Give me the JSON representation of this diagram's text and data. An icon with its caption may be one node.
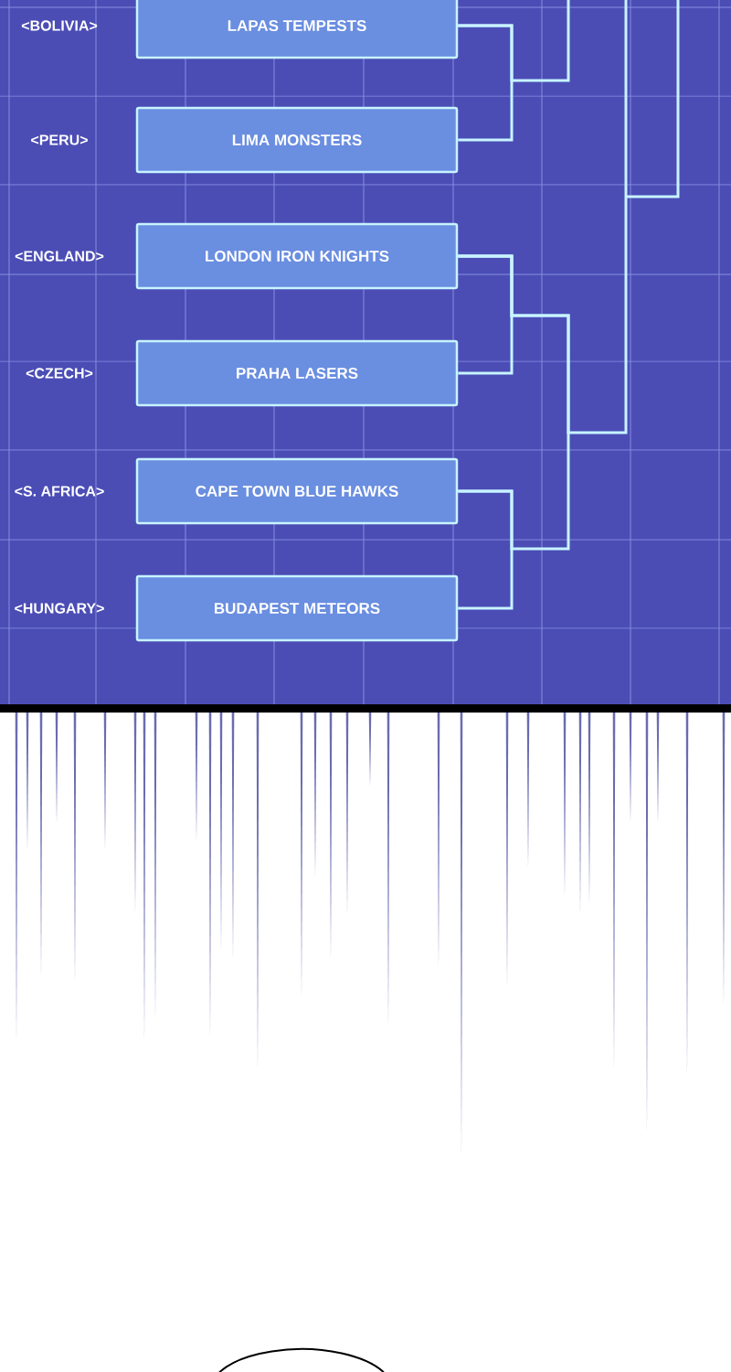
{
  "diagram": {
    "nodes": [
      {
        "text": [
          "LAPAS TEMPESTS"
        ],
        "beside": [
          "<BOLIVIA>"
        ]
      },
      {
        "text": [
          "LIMA MONSTERS"
        ],
        "beside": [
          "<PERU>"
        ]
      },
      {
        "text": [
          "LONDON IRON KNIGHTS"
        ],
        "beside": [
          "<ENGLAND>"
        ]
      },
      {
        "text": [
          "PRAHA LASERS"
        ],
        "beside": [
          "<CZECH>"
        ]
      },
      {
        "text": [
          "CAPE TOWN BLUE HAWKS"
        ],
        "beside": [
          "<S. AFRICA>"
        ]
      },
      {
        "text": [
          "BUDAPEST METEORS"
        ],
        "beside": [
          "<HUNGARY>"
        ]
      }
    ],
    "edges": [
      {
        "from": 0,
        "to": 1,
        "arrow": "none"
      },
      {
        "from": 2,
        "to": 3,
        "arrow": "none"
      },
      {
        "from": 4,
        "to": 5,
        "arrow": "none"
      },
      {
        "from": 2,
        "to": 4,
        "arrow": "none"
      },
      {
        "from": 0,
        "to": null,
        "arrow": "none"
      },
      {
        "from": 2,
        "to": null,
        "arrow": "none"
      }
    ]
  }
}
